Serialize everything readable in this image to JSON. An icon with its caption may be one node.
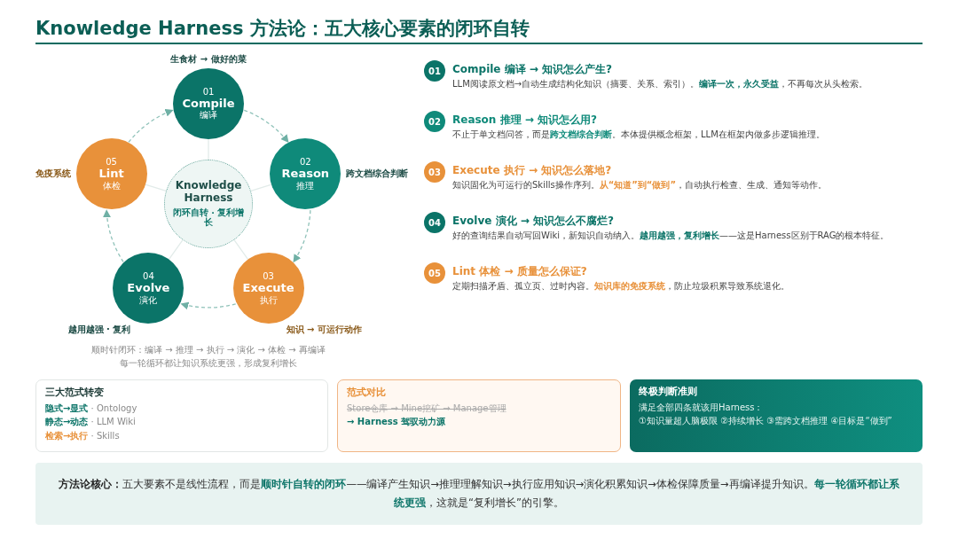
{
  "diagram": {
    "title": "Knowledge Harness 方法论：五大核心要素的闭环自转",
    "nodes": [
      {
        "text": [
          "01",
          "Compile",
          "编译"
        ],
        "beside": [
          "生食材 → 做好的菜"
        ]
      },
      {
        "text": [
          "02",
          "Reason",
          "推理"
        ],
        "beside": [
          "跨文档综合判断"
        ]
      },
      {
        "text": [
          "03",
          "Execute",
          "执行"
        ],
        "beside": [
          "知识 → 可运行动作"
        ]
      },
      {
        "text": [
          "04",
          "Evolve",
          "演化"
        ],
        "beside": [
          "越用越强 · 复利"
        ]
      },
      {
        "text": [
          "05",
          "Lint",
          "体检"
        ],
        "beside": [
          "免疫系统"
        ]
      },
      {
        "text": [
          "Knowledge Harness",
          "闭环自转 · 复利增长"
        ]
      },
      {
        "text": [
          "01"
        ],
        "beside": [
          "Compile 编译 → 知识怎么产生?",
          "LLM阅读原文档→自动生成结构化知识（摘要、关系、索引）。**编译一次，永久受益**，不再每次从头检索。"
        ]
      },
      {
        "text": [
          "02"
        ],
        "beside": [
          "Reason 推理 → 知识怎么用?",
          "不止于单文档问答，而是**跨文档综合判断**。本体提供概念框架，LLM在框架内做多步逻辑推理。"
        ]
      },
      {
        "text": [
          "03"
        ],
        "beside": [
          "Execute 执行 → 知识怎么落地?",
          "知识固化为可运行的Skills操作序列。**从“知道”到“做到”**，自动执行检查、生成、通知等动作。"
        ]
      },
      {
        "text": [
          "04"
        ],
        "beside": [
          "Evolve 演化 → 知识怎么不腐烂?",
          "好的查询结果自动写回Wiki，新知识自动纳入。**越用越强，复利增长**——这是Harness区别于RAG的根本特征。"
        ]
      },
      {
        "text": [
          "05"
        ],
        "beside": [
          "Lint 体检 → 质量怎么保证?",
          "定期扫描矛盾、孤立页、过时内容。**知识库的免疫系统**，防止垃圾积累导致系统退化。"
        ]
      },
      {
        "text": [
          "三大范式转变",
          "**隐式→显式** · Ontology",
          "**静态→动态** · LLM Wiki",
          "**检索→执行** · Skills"
        ]
      },
      {
        "text": [
          "范式对比",
          "Store仓库 → Mine挖矿 → Manage管理",
          "→ Harness 驾驭动力源"
        ]
      },
      {
        "text": [
          "终极判断准则",
          "满足全部四条就该用Harness：",
          "①知识量超人脑极限 ②持续增长 ③需跨文档推理 ④目标是“做到”"
        ]
      },
      {
        "text": [
          "**方法论核心：**五大要素不是线性流程，而是**顺时针自转的闭环**——编译产生知识→推理理解知识→执行应用知识→演化积累知识→体检保障质量→再编译提升知识。**每一轮循环都让系统更强**，这就是“复利增长”的引擎。"
        ]
      }
    ],
    "edges": [
      {
        "from": 0,
        "to": 1,
        "arrow": "to",
        "style": "dashed"
      },
      {
        "from": 1,
        "to": 2,
        "arrow": "to",
        "style": "dashed"
      },
      {
        "from": 2,
        "to": 3,
        "arrow": "to",
        "style": "dashed"
      },
      {
        "from": 3,
        "to": 4,
        "arrow": "to",
        "style": "dashed"
      },
      {
        "from": 4,
        "to": 0,
        "arrow": "to",
        "style": "dashed"
      },
      {
        "from": 5,
        "to": 0,
        "arrow": "none",
        "color": "#e2ebe9"
      },
      {
        "from": 5,
        "to": 1,
        "arrow": "none",
        "color": "#e2ebe9"
      },
      {
        "from": 5,
        "to": 2,
        "arrow": "none",
        "color": "#e2ebe9"
      },
      {
        "from": 5,
        "to": 3,
        "arrow": "none",
        "color": "#e2ebe9"
      },
      {
        "from": 5,
        "to": 4,
        "arrow": "none",
        "color": "#e2ebe9"
      }
    ],
    "labels": [
      "顺时针闭环：编译 → 推理 → 执行 → 演化 → 体检 → 再编译",
      "每一轮循环都让知识系统更强，形成复利增长"
    ]
  }
}
